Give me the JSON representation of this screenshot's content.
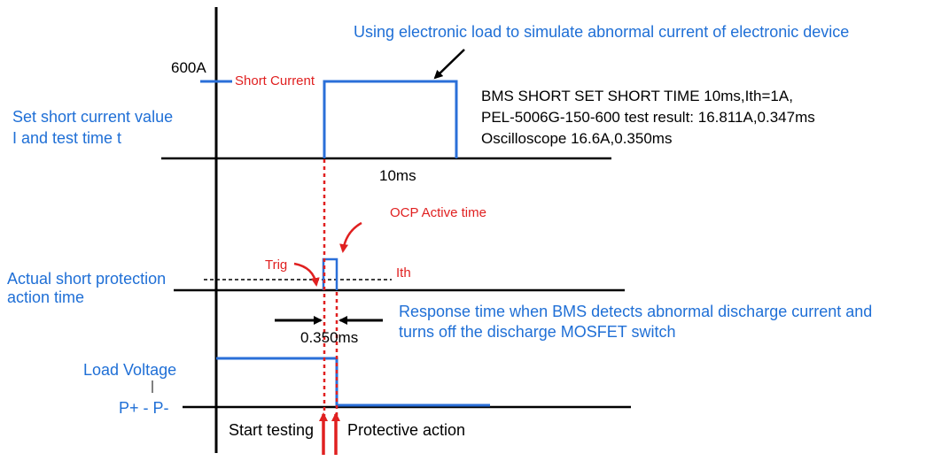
{
  "colors": {
    "blue_text": "#1f6fd6",
    "blue_line": "#2a6fd8",
    "red": "#e02020",
    "black": "#000000"
  },
  "labels": {
    "header": "Using electronic load to simulate abnormal current of electronic device",
    "value_600a": "600A",
    "short_current": "Short Current",
    "set_line1": "Set short current value",
    "set_line2": "I and test time t",
    "bms_line1": "BMS SHORT SET SHORT TIME 10ms,Ith=1A,",
    "bms_line2": "PEL-5006G-150-600 test result: 16.811A,0.347ms",
    "bms_line3": "Oscilloscope 16.6A,0.350ms",
    "ten_ms": "10ms",
    "ocp_active": "OCP Active time",
    "trig": "Trig",
    "ith": "Ith",
    "actual_line1": "Actual short protection",
    "actual_line2": "action time",
    "response_line1": "Response time when BMS detects abnormal discharge current and",
    "response_line2": "turns off the discharge MOSFET switch",
    "response_value": "0.350ms",
    "load_voltage": "Load Voltage",
    "pp": "P+ - P-",
    "start_testing": "Start testing",
    "protective_action": "Protective action"
  }
}
